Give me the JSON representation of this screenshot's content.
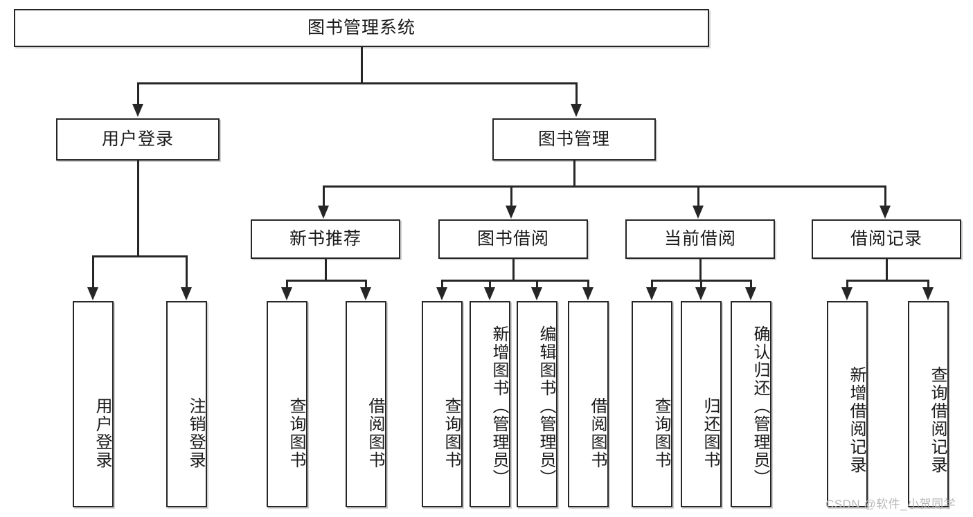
{
  "diagram": {
    "title": "图书管理系统",
    "type": "tree-hierarchy-diagram",
    "root": {
      "label": "图书管理系统"
    },
    "level2": [
      {
        "label": "用户登录"
      },
      {
        "label": "图书管理"
      }
    ],
    "level3": [
      {
        "label": "新书推荐"
      },
      {
        "label": "图书借阅"
      },
      {
        "label": "当前借阅"
      },
      {
        "label": "借阅记录"
      }
    ],
    "leaves": {
      "user_login": [
        {
          "label": "用户登录"
        },
        {
          "label": "注销登录"
        }
      ],
      "new_book_recommend": [
        {
          "label": "查询图书"
        },
        {
          "label": "借阅图书"
        }
      ],
      "book_borrow": [
        {
          "label": "查询图书"
        },
        {
          "label": "新增图书（管理员）"
        },
        {
          "label": "编辑图书（管理员）"
        },
        {
          "label": "借阅图书"
        }
      ],
      "current_borrow": [
        {
          "label": "查询图书"
        },
        {
          "label": "归还图书"
        },
        {
          "label": "确认归还（管理员）"
        }
      ],
      "borrow_record": [
        {
          "label": "新增借阅记录"
        },
        {
          "label": "查询借阅记录"
        }
      ]
    }
  },
  "watermark": {
    "text": "CSDN @软件_小贺同学"
  },
  "colors": {
    "border": "#262626",
    "background": "#ffffff",
    "text": "#1a1a1a",
    "watermark": "#b8b8b8"
  }
}
